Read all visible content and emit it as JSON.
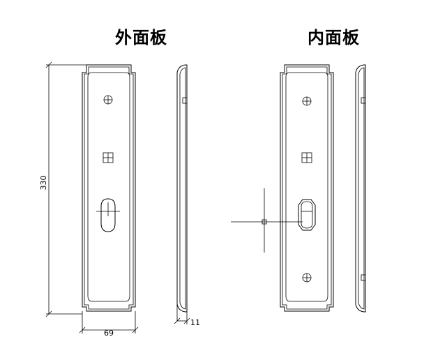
{
  "titles": {
    "outer_panel": "外面板",
    "inner_panel": "内面板"
  },
  "dimensions": {
    "height": "330",
    "width": "69",
    "thickness": "11"
  }
}
